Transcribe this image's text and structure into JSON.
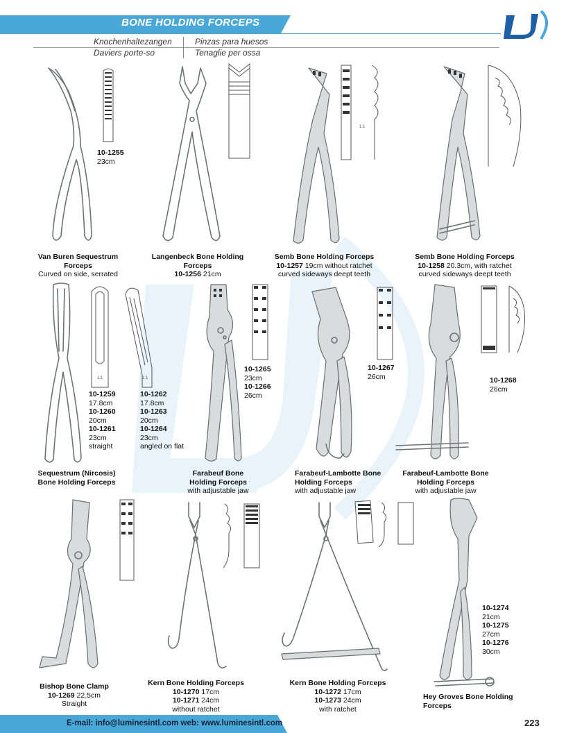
{
  "header": {
    "title": "BONE HOLDING FORCEPS",
    "lang_de": "Knochenhaltezangen",
    "lang_fr": "Daviers porte-so",
    "lang_es": "Pinzas para huesos",
    "lang_it": "Tenaglie per ossa",
    "logo_text": "LI",
    "brand_color": "#4aa8d8"
  },
  "items": {
    "van_buren": {
      "code": "10-1255",
      "size": "23cm",
      "name": "Van Buren Sequestrum Forceps",
      "desc": "Curved on side, serrated"
    },
    "langenbeck": {
      "name": "Langenbeck Bone Holding Forceps",
      "code": "10-1256",
      "size": "21cm"
    },
    "semb_1257": {
      "name": "Semb Bone Holding Forceps",
      "code": "10-1257",
      "size": "19cm without ratchet",
      "desc": "curved sideways deept teeth",
      "scale": "1:1"
    },
    "semb_1258": {
      "name": "Semb Bone Holding Forceps",
      "code": "10-1258",
      "size": "20.3cm, with ratchet",
      "desc": "curved sideways deept teeth"
    },
    "sequestrum": {
      "name": "Sequestrum (Nircosis) Bone Holding Forceps",
      "group1": [
        {
          "code": "10-1259",
          "size": "17.8cm"
        },
        {
          "code": "10-1260",
          "size": "20cm"
        },
        {
          "code": "10-1261",
          "size": "23cm"
        }
      ],
      "group1_note": "straight",
      "group2": [
        {
          "code": "10-1262",
          "size": "17.8cm"
        },
        {
          "code": "10-1263",
          "size": "20cm"
        },
        {
          "code": "10-1264",
          "size": "23cm"
        }
      ],
      "group2_note": "angled on flat",
      "scale": "1:1"
    },
    "farabeuf": {
      "name": "Farabeuf Bone Holding Forceps",
      "desc": "with adjustable jaw",
      "codes": [
        {
          "code": "10-1265",
          "size": "23cm"
        },
        {
          "code": "10-1266",
          "size": "26cm"
        }
      ]
    },
    "farabeuf_lambotte_1267": {
      "name": "Farabeuf-Lambotte Bone Holding Forceps",
      "desc": "with adjustable jaw",
      "code": "10-1267",
      "size": "26cm"
    },
    "farabeuf_lambotte_1268": {
      "name": "Farabeuf-Lambotte Bone Holding Forceps",
      "desc": "with adjustable jaw",
      "code": "10-1268",
      "size": "26cm"
    },
    "bishop": {
      "name": "Bishop Bone Clamp",
      "code": "10-1269",
      "size": "22.5cm",
      "desc": "Straight"
    },
    "kern_1": {
      "name": "Kern Bone Holding Forceps",
      "codes": [
        {
          "code": "10-1270",
          "size": "17cm"
        },
        {
          "code": "10-1271",
          "size": "24cm"
        }
      ],
      "desc": "without ratchet"
    },
    "kern_2": {
      "name": "Kern Bone Holding Forceps",
      "codes": [
        {
          "code": "10-1272",
          "size": "17cm"
        },
        {
          "code": "10-1273",
          "size": "24cm"
        }
      ],
      "desc": "with ratchet"
    },
    "hey_groves": {
      "name": "Hey Groves Bone Holding Forceps",
      "codes": [
        {
          "code": "10-1274",
          "size": "21cm"
        },
        {
          "code": "10-1275",
          "size": "27cm"
        },
        {
          "code": "10-1276",
          "size": "30cm"
        }
      ]
    }
  },
  "footer": {
    "contact": "E-mail: info@luminesintl.com  web: www.luminesintl.com",
    "page_number": "223"
  }
}
